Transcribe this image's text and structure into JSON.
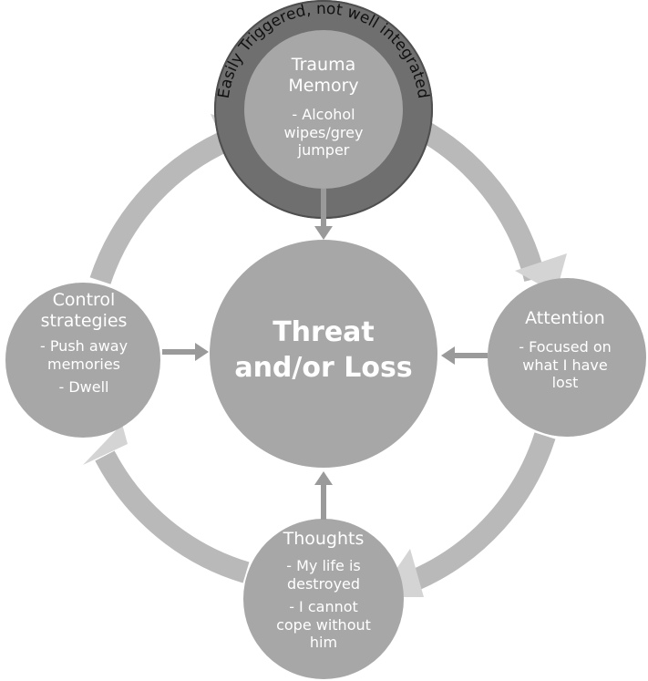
{
  "ring_label": "Easily Triggered, not well integrated",
  "trauma": {
    "title_lines": [
      "Trauma",
      "Memory"
    ],
    "items": [
      "-  Alcohol",
      "wipes/grey",
      "jumper"
    ]
  },
  "control": {
    "title_lines": [
      "Control",
      "strategies"
    ],
    "items": [
      "- Push away",
      "memories",
      "- Dwell"
    ]
  },
  "attention": {
    "title": "Attention",
    "items": [
      "- Focused on",
      "what I have",
      "lost"
    ]
  },
  "thoughts": {
    "title": "Thoughts",
    "items": [
      "- My life is",
      "destroyed",
      "- I cannot",
      "cope without",
      "him"
    ]
  },
  "center": {
    "lines": [
      "Threat",
      "and/or Loss"
    ]
  },
  "colors": {
    "ring_outer": "#6f6f6f",
    "node_fill": "#a7a7a7",
    "cycle_arrow": "#b9b9b9",
    "arrowhead": "#d4d4d4",
    "connector": "#9a9a9a",
    "text": "#ffffff",
    "ring_text": "#111111"
  }
}
